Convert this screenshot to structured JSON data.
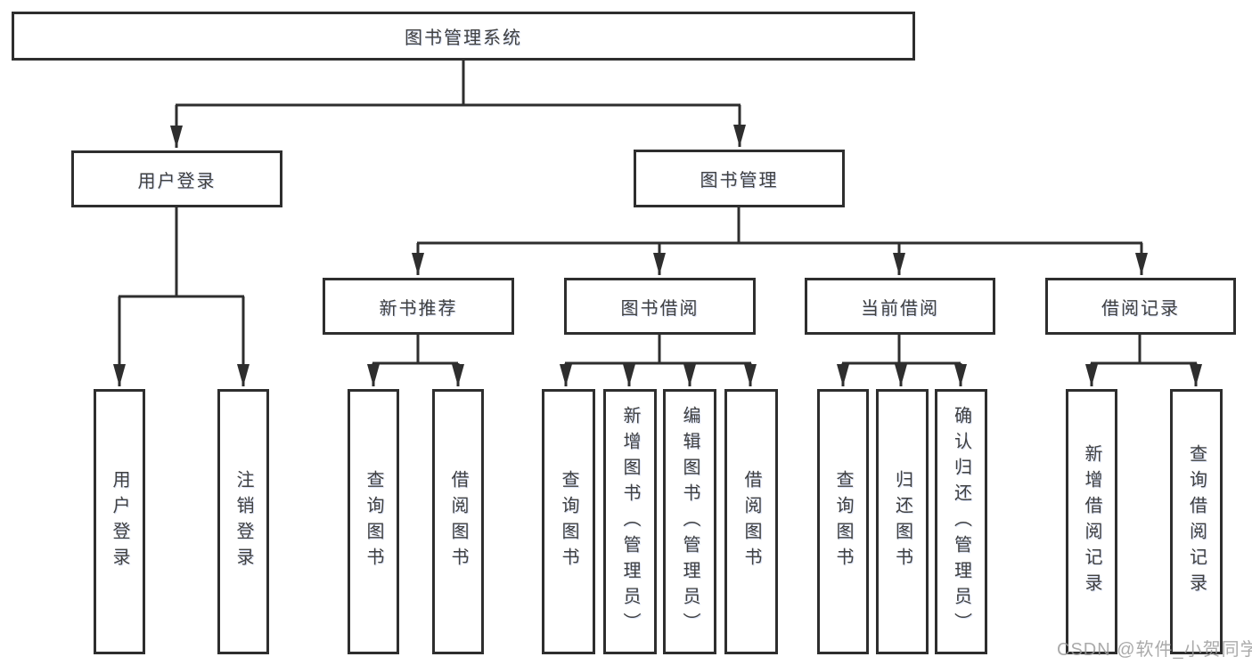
{
  "tree": {
    "root": "图书管理系统",
    "branches": [
      {
        "label": "用户登录",
        "children": [
          {
            "label": "用户登录"
          },
          {
            "label": "注销登录"
          }
        ]
      },
      {
        "label": "图书管理",
        "children": [
          {
            "label": "新书推荐",
            "children": [
              {
                "label": "查询图书"
              },
              {
                "label": "借阅图书"
              }
            ]
          },
          {
            "label": "图书借阅",
            "children": [
              {
                "label": "查询图书"
              },
              {
                "label": "新增图书（管理员）"
              },
              {
                "label": "编辑图书（管理员）"
              },
              {
                "label": "借阅图书"
              }
            ]
          },
          {
            "label": "当前借阅",
            "children": [
              {
                "label": "查询图书"
              },
              {
                "label": "归还图书"
              },
              {
                "label": "确认归还（管理员）"
              }
            ]
          },
          {
            "label": "借阅记录",
            "children": [
              {
                "label": "新增借阅记录"
              },
              {
                "label": "查询借阅记录"
              }
            ]
          }
        ]
      }
    ]
  },
  "watermark": {
    "text": "CSDN @软件_小贺同学"
  },
  "colors": {
    "line": "#2e2e2e",
    "text": "#404040",
    "background": "#ffffff",
    "watermark": "#9c9c9c"
  }
}
